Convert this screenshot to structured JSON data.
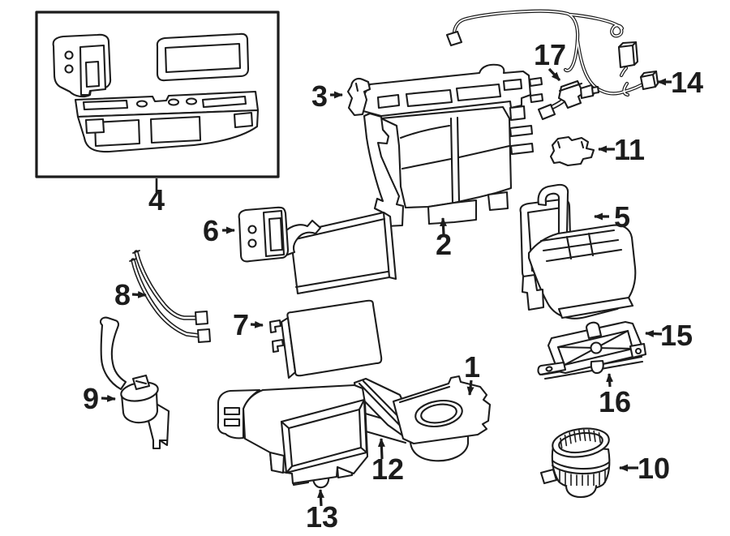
{
  "figure": {
    "description_visible_content": "black-line exploded parts diagram on white background",
    "background_color": "#ffffff",
    "line_color": "#1c1c1c",
    "callouts": [
      {
        "num": "1"
      },
      {
        "num": "2"
      },
      {
        "num": "3"
      },
      {
        "num": "4"
      },
      {
        "num": "5"
      },
      {
        "num": "6"
      },
      {
        "num": "7"
      },
      {
        "num": "8"
      },
      {
        "num": "9"
      },
      {
        "num": "10"
      },
      {
        "num": "11"
      },
      {
        "num": "12"
      },
      {
        "num": "13"
      },
      {
        "num": "14"
      },
      {
        "num": "15"
      },
      {
        "num": "16"
      },
      {
        "num": "17"
      }
    ]
  }
}
